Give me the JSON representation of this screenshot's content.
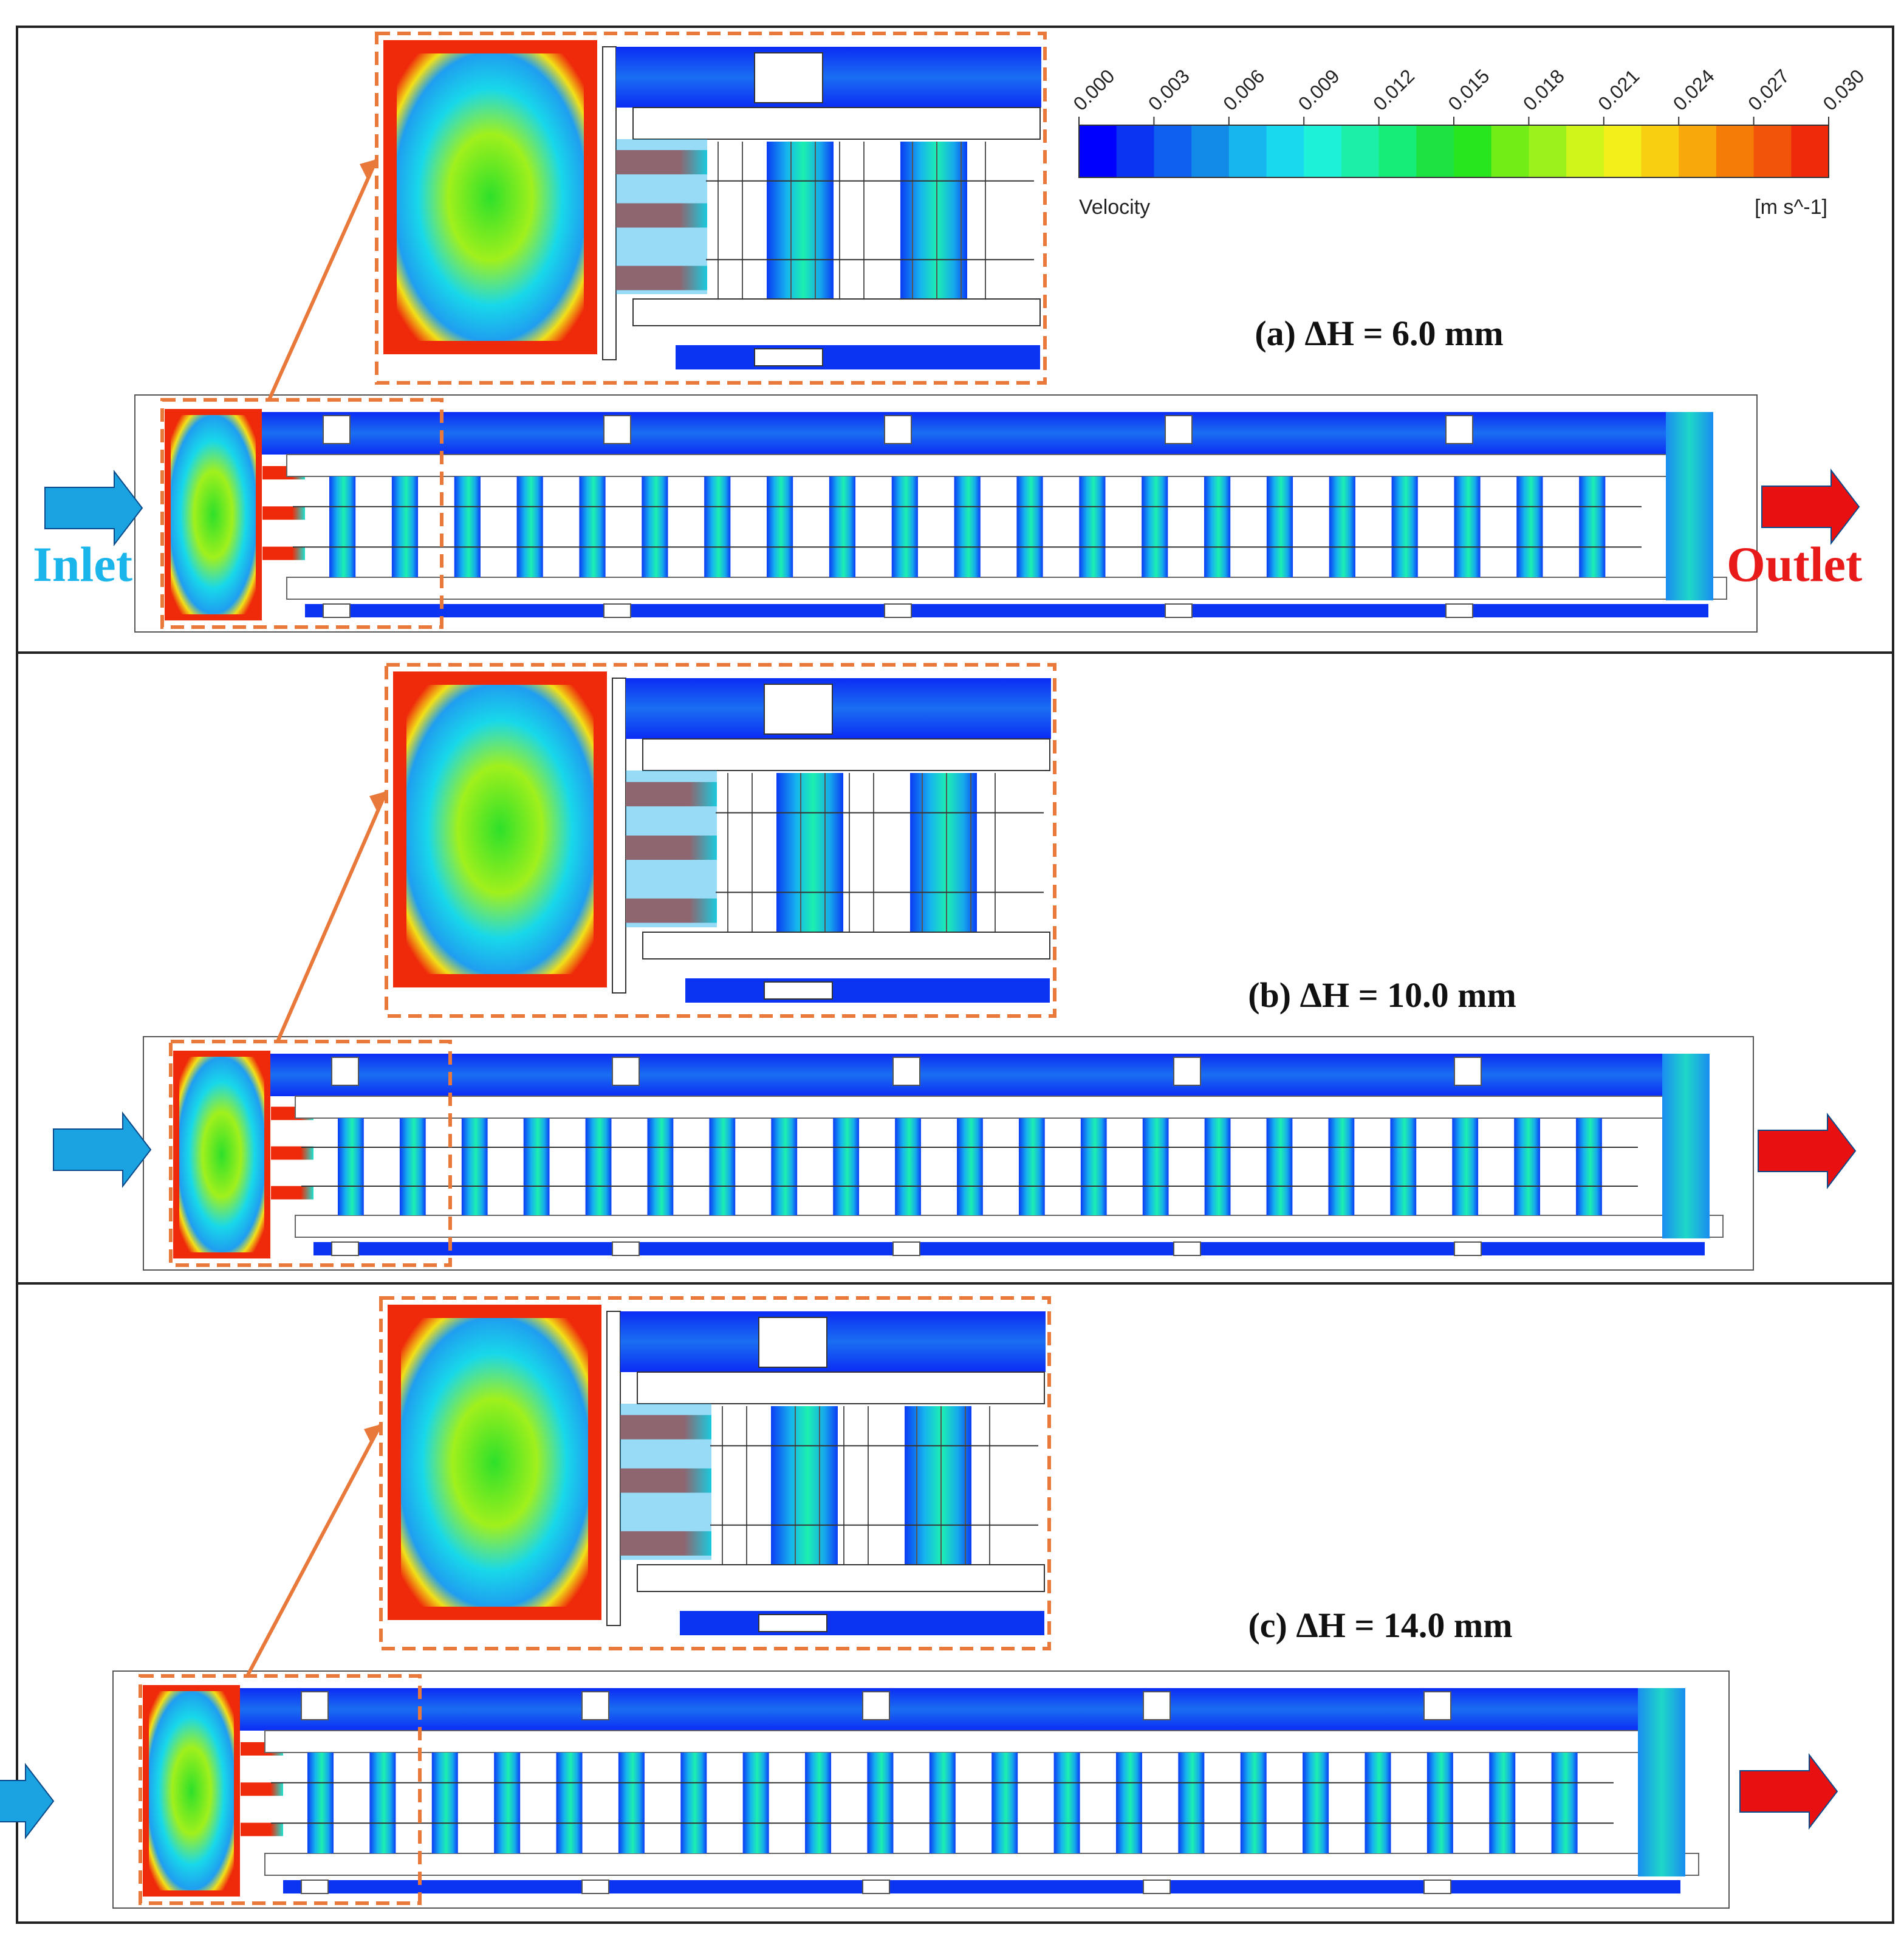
{
  "colorbar": {
    "ticks": [
      "0.000",
      "0.003",
      "0.006",
      "0.009",
      "0.012",
      "0.015",
      "0.018",
      "0.021",
      "0.024",
      "0.027",
      "0.030"
    ],
    "label": "Velocity",
    "unit": "[m s^-1]",
    "colors": [
      "#0000ff",
      "#0a33f2",
      "#0f5ff0",
      "#128ae8",
      "#18b6ee",
      "#19d9ee",
      "#1df2d8",
      "#1cf0a8",
      "#16ec78",
      "#1de242",
      "#27e61d",
      "#72ee16",
      "#9cf01c",
      "#d0f51b",
      "#f2ef1a",
      "#f9cf11",
      "#f8a80a",
      "#f57c07",
      "#f2540a",
      "#ee2a0a"
    ]
  },
  "inlet_label": "Inlet",
  "outlet_label": "Outlet",
  "panels": [
    {
      "caption": "(a) ΔH = 6.0 mm"
    },
    {
      "caption": "(b) ΔH = 10.0 mm"
    },
    {
      "caption": "(c) ΔH = 14.0 mm"
    }
  ],
  "colors": {
    "inlet_arrow": "#1aa3e0",
    "outlet_arrow": "#e81010",
    "zoom": "#e8793a",
    "inlet_text": "#1ab5ea",
    "outlet_text": "#e81a1a"
  }
}
